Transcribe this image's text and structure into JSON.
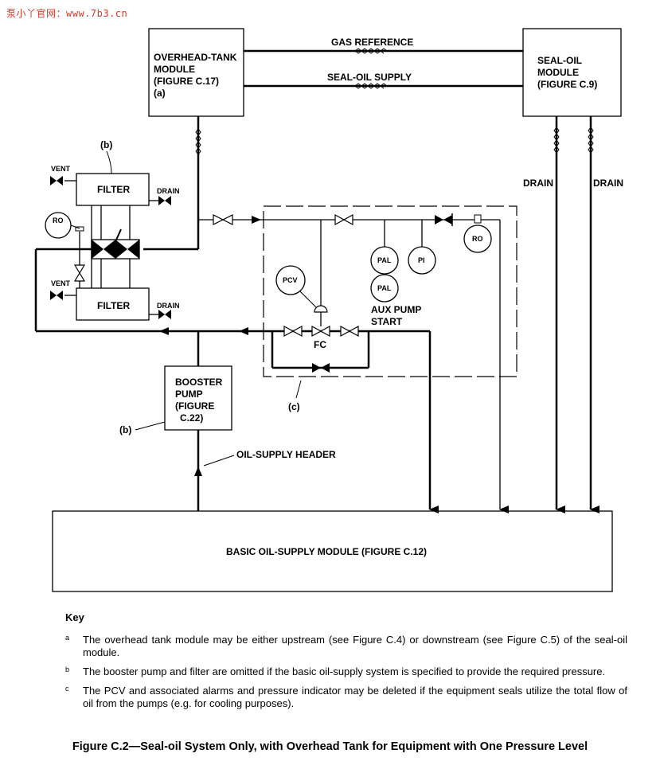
{
  "watermark": "泵小丫官网：www.7b3.cn",
  "diagram": {
    "overhead_tank": [
      "OVERHEAD-TANK",
      "MODULE",
      "(FIGURE C.17)",
      "(a)"
    ],
    "seal_oil_module": [
      "SEAL-OIL",
      "MODULE",
      "(FIGURE C.9)"
    ],
    "gas_reference": "GAS REFERENCE",
    "seal_oil_supply": "SEAL-OIL SUPPLY",
    "drain_right_1": "DRAIN",
    "drain_right_2": "DRAIN",
    "filter_top": "FILTER",
    "filter_bottom": "FILTER",
    "vent_top": "VENT",
    "vent_bottom": "VENT",
    "drain_filter_top": "DRAIN",
    "drain_filter_bottom": "DRAIN",
    "ro_left": "RO",
    "ro_right": "RO",
    "note_b_top": "(b)",
    "note_b_booster": "(b)",
    "note_c": "(c)",
    "pcv": "PCV",
    "pal_top": "PAL",
    "pal_bottom": "PAL",
    "pi": "PI",
    "aux_pump": [
      "AUX PUMP",
      "START"
    ],
    "fc": "FC",
    "booster_pump": [
      "BOOSTER",
      "PUMP",
      "(FIGURE",
      "C.22)"
    ],
    "oil_supply_header": "OIL-SUPPLY HEADER",
    "basic_module": "BASIC OIL-SUPPLY MODULE (FIGURE C.12)"
  },
  "key": {
    "title": "Key",
    "items": [
      {
        "mark": "a",
        "text": "The overhead tank module may be either upstream (see Figure C.4) or downstream (see Figure C.5) of the seal-oil module."
      },
      {
        "mark": "b",
        "text": "The booster pump and filter are omitted if the basic oil-supply system is specified to provide the required pressure."
      },
      {
        "mark": "c",
        "text": "The PCV and associated alarms and pressure indicator may be deleted if the equipment seals utilize the total flow of oil from the pumps (e.g. for cooling purposes)."
      }
    ]
  },
  "caption": "Figure C.2—Seal-oil System Only, with Overhead Tank for Equipment with One Pressure Level"
}
